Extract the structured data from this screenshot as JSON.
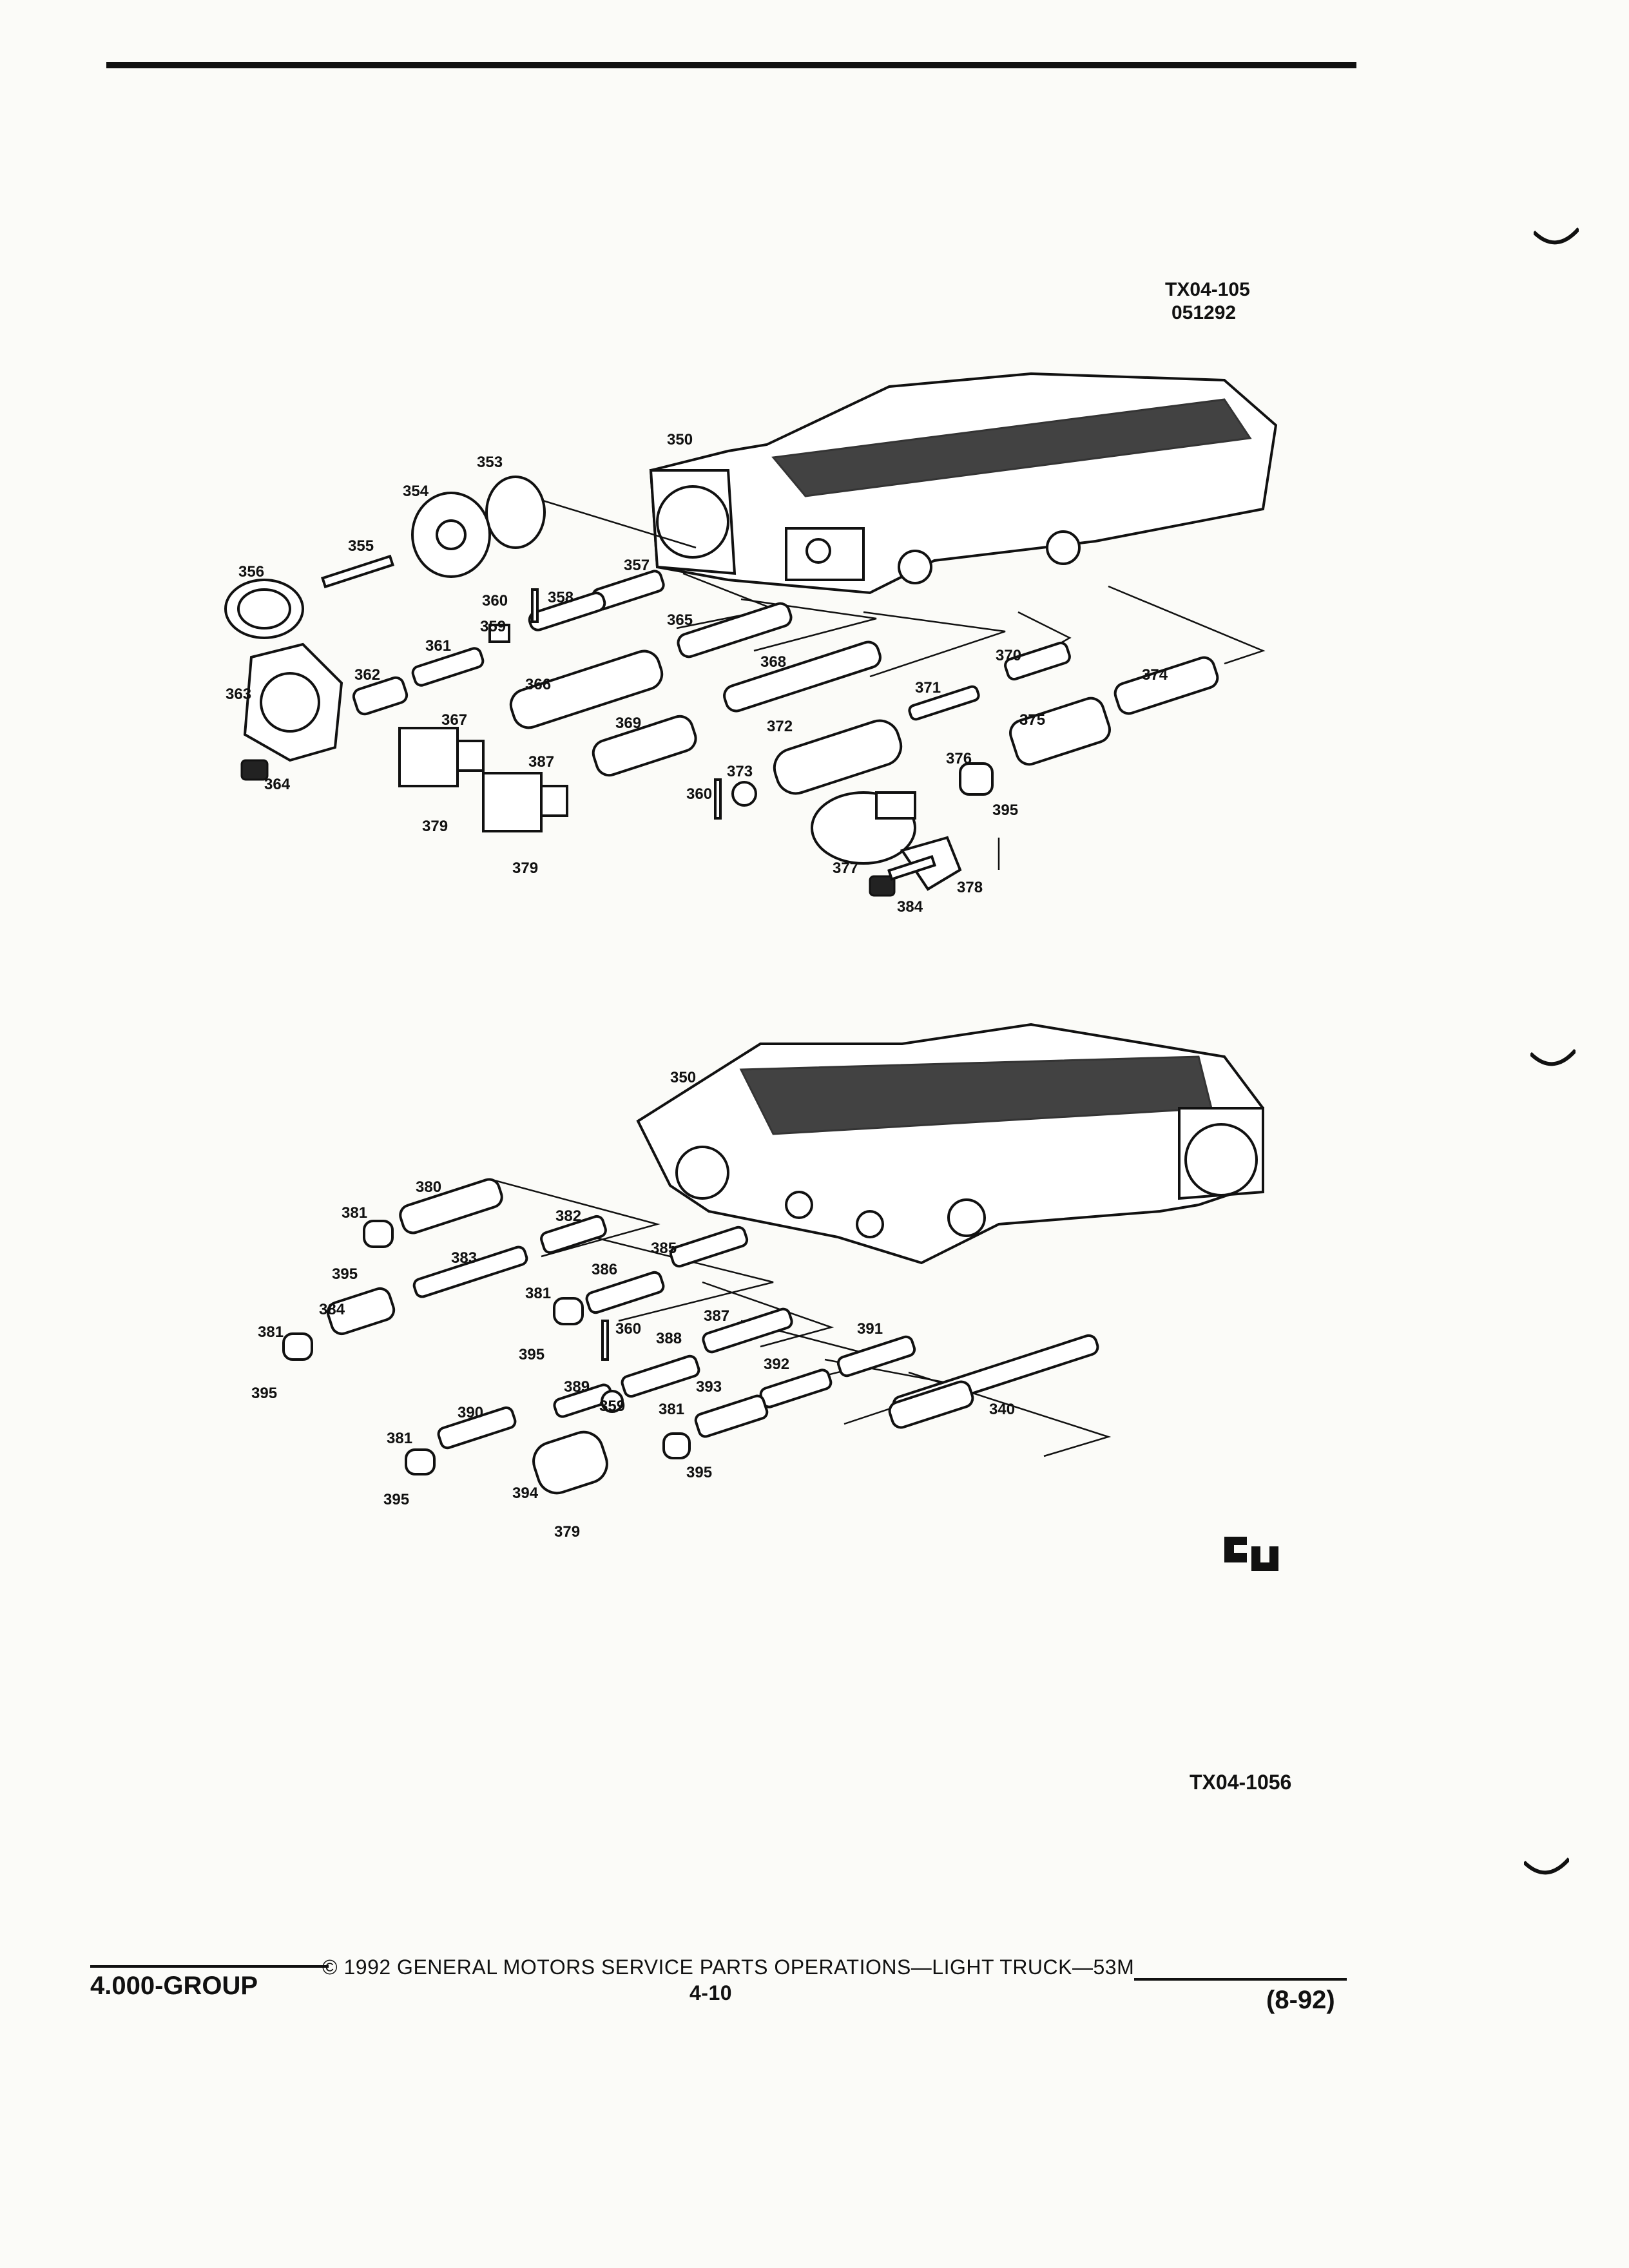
{
  "figure_top": {
    "id_line1": "TX04-105",
    "id_line2": "051292"
  },
  "figure_bottom": {
    "id": "TX04-1056"
  },
  "labels_top": [
    "350",
    "353",
    "354",
    "355",
    "356",
    "357",
    "358",
    "359",
    "360",
    "361",
    "362",
    "363",
    "364",
    "365",
    "366",
    "367",
    "368",
    "369",
    "370",
    "371",
    "372",
    "373",
    "360",
    "374",
    "375",
    "376",
    "377",
    "378",
    "379",
    "387",
    "379",
    "384",
    "395"
  ],
  "labels_bottom": [
    "350",
    "380",
    "381",
    "395",
    "382",
    "383",
    "384",
    "381",
    "395",
    "385",
    "386",
    "381",
    "395",
    "387",
    "360",
    "388",
    "389",
    "359",
    "390",
    "391",
    "392",
    "393",
    "381",
    "395",
    "381",
    "395",
    "394",
    "379",
    "340"
  ],
  "footer": {
    "copyright": "© 1992 GENERAL MOTORS SERVICE PARTS OPERATIONS—LIGHT TRUCK—53M",
    "group": "4.000-GROUP",
    "page": "4-10",
    "date": "(8-92)"
  }
}
